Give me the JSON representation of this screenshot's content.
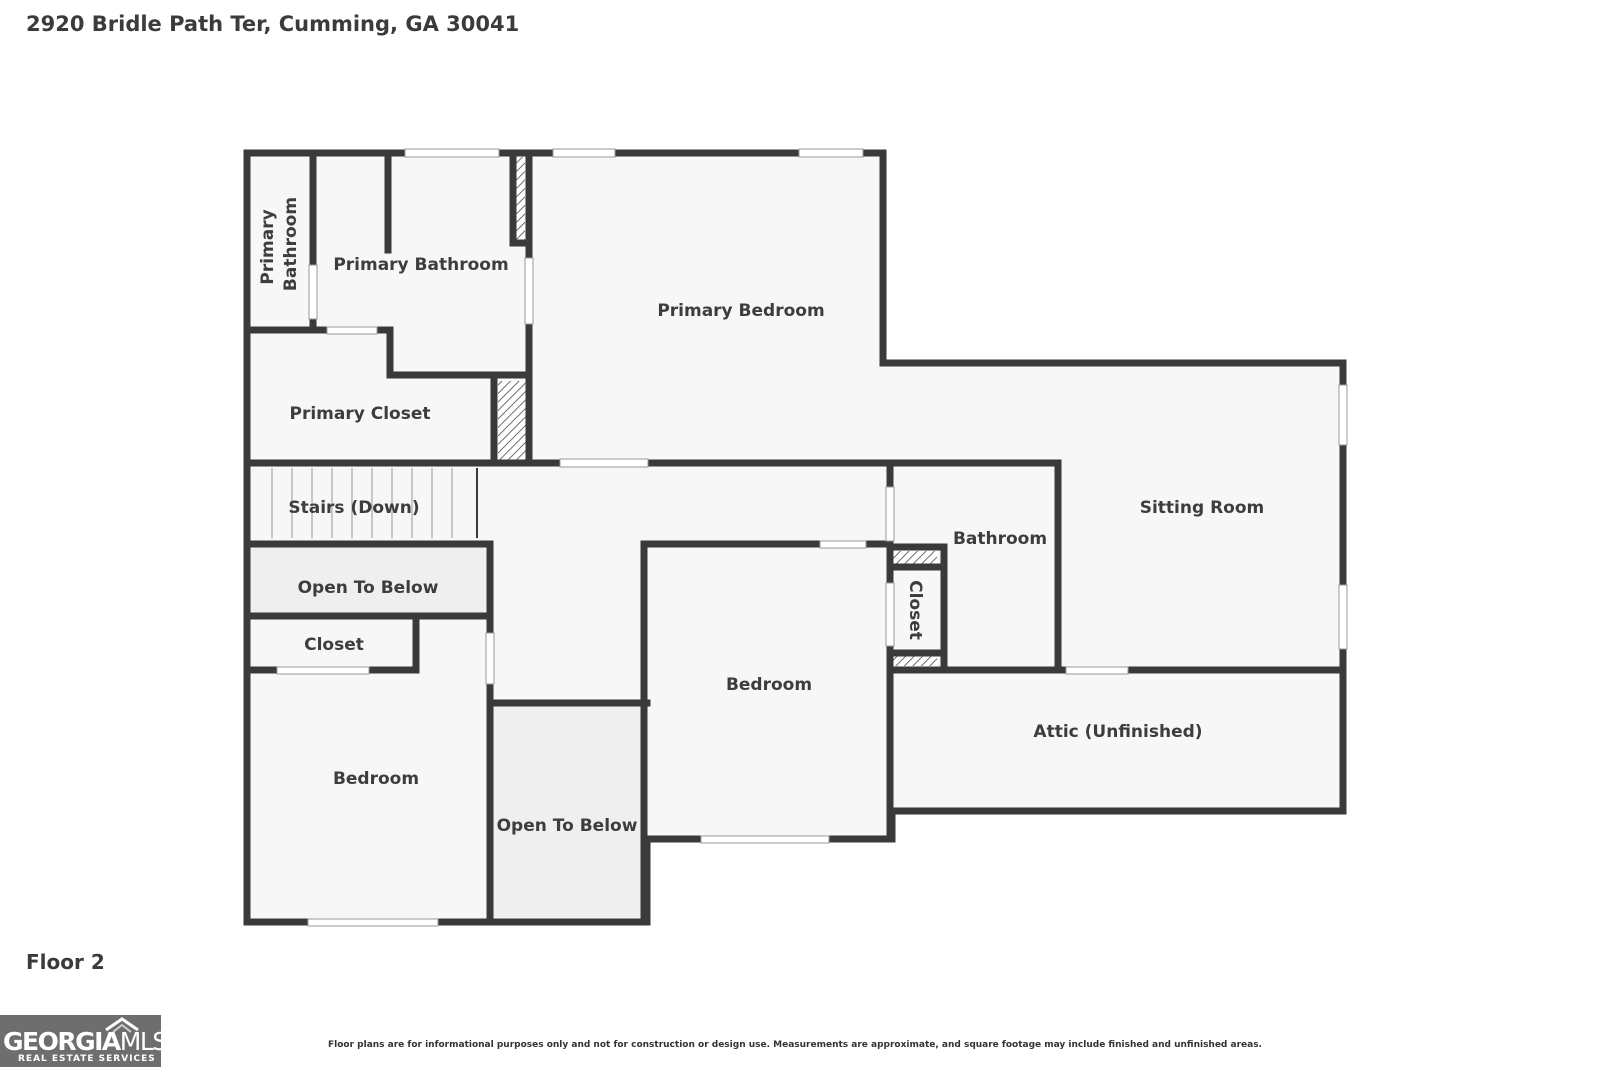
{
  "header": {
    "address": "2920 Bridle Path Ter, Cumming, GA 30041"
  },
  "floor": {
    "label": "Floor 2"
  },
  "rooms": {
    "primary_bathroom_small": [
      "Primary",
      "Bathroom"
    ],
    "primary_bathroom": "Primary Bathroom",
    "primary_bedroom": "Primary Bedroom",
    "primary_closet": "Primary Closet",
    "stairs": "Stairs (Down)",
    "open_to_below_1": "Open To Below",
    "closet_left": "Closet",
    "bedroom_left": "Bedroom",
    "open_to_below_2": "Open To Below",
    "bedroom_center": "Bedroom",
    "bathroom": "Bathroom",
    "closet_small": "Closet",
    "sitting_room": "Sitting Room",
    "attic": "Attic (Unfinished)"
  },
  "footer": {
    "disclaimer": "Floor plans are for informational purposes only and not for construction or design use. Measurements are approximate, and square footage may include finished and unfinished areas.",
    "logo_main": "GEORGIA",
    "logo_main_2": "MLS",
    "logo_sub": "REAL ESTATE SERVICES"
  },
  "colors": {
    "wall": "#3a3a3a",
    "room_fill": "#f7f7f7",
    "open_below_fill": "#efefef",
    "logo_bg": "#6e6e6e"
  }
}
